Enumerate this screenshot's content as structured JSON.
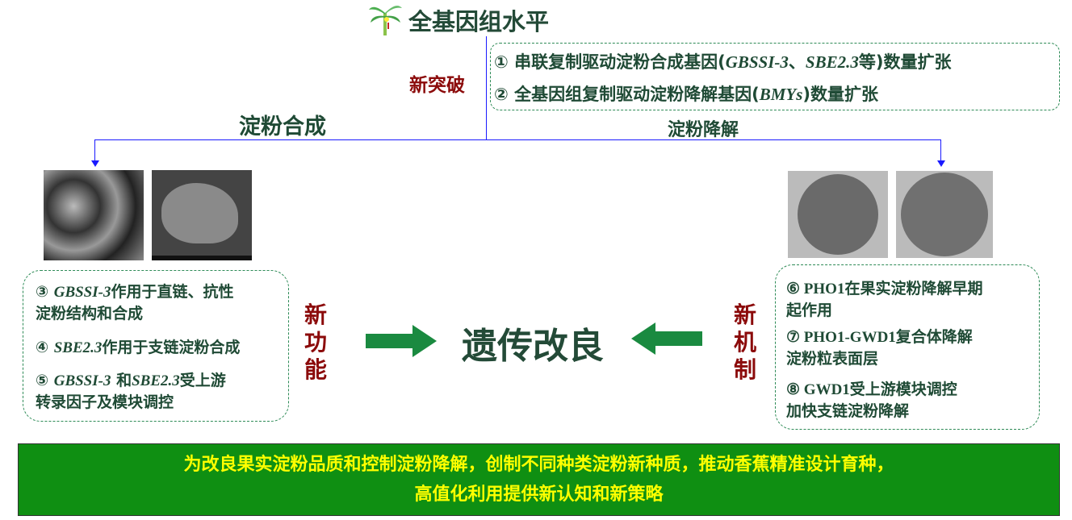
{
  "title": "全基因组水平",
  "breakthrough": {
    "label": "新突破",
    "items": [
      {
        "num": "①",
        "pre": "串联复制驱动淀粉合成基因(",
        "gene1": "GBSSI-3",
        "sep": "、",
        "gene2": "SBE2.3",
        "post": "等)数量扩张"
      },
      {
        "num": "②",
        "pre": "全基因组复制驱动淀粉降解基因(",
        "gene1": "BMYs",
        "post": ")数量扩张"
      }
    ]
  },
  "left": {
    "heading": "淀粉合成",
    "side_label": [
      "新",
      "功",
      "能"
    ],
    "items": [
      {
        "num": "③",
        "gene": "GBSSI-3",
        "text": "作用于直链、抗性",
        "text2": "淀粉结构和合成"
      },
      {
        "num": "④",
        "gene": "SBE2.3",
        "text": "作用于支链淀粉合成"
      },
      {
        "num": "⑤",
        "gene": "GBSSI-3",
        "mid": " 和",
        "gene2": "SBE2.3",
        "text": "受上游",
        "text2": "转录因子及模块调控"
      }
    ]
  },
  "right": {
    "heading": "淀粉降解",
    "side_label": [
      "新",
      "机",
      "制"
    ],
    "items": [
      {
        "num": "⑥",
        "text": "PHO1在果实淀粉降解早期",
        "text2": "起作用"
      },
      {
        "num": "⑦",
        "text": "PHO1-GWD1复合体降解",
        "text2": "淀粉粒表面层"
      },
      {
        "num": "⑧",
        "text": "GWD1受上游模块调控",
        "text2": "加快支链淀粉降解"
      }
    ]
  },
  "center": "遗传改良",
  "banner": [
    "为改良果实淀粉品质和控制淀粉降解，创制不同种类淀粉新种质，推动香蕉精准设计育种，",
    "高值化利用提供新认知和新策略"
  ],
  "colors": {
    "text": "#1f4a35",
    "accent_red": "#8b0a0a",
    "arrow": "#1a8a40",
    "banner_bg": "#0f8f12",
    "banner_text": "#ffff00",
    "line": "#1a1aff"
  }
}
